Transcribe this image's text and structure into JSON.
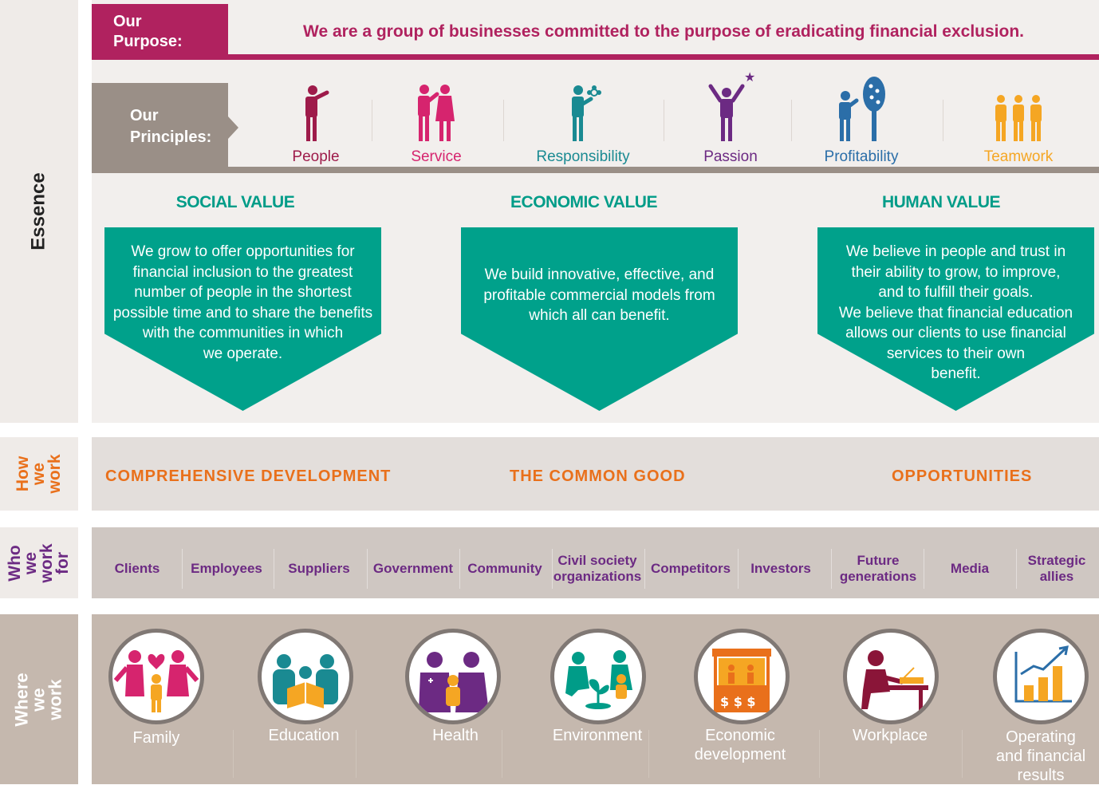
{
  "side_labels": {
    "essence": "Essence",
    "how": "How\nwe\nwork",
    "who": "Who\nwe\nwork\nfor",
    "where": "Where we\nwork"
  },
  "purpose": {
    "tag": "Our\nPurpose:",
    "text": "We are a group of businesses committed to the purpose of eradicating financial exclusion."
  },
  "principles": {
    "tag": "Our\nPrinciples:",
    "items": [
      {
        "label": "People",
        "color": "#9e1b4a",
        "icon": "person-pointing-icon"
      },
      {
        "label": "Service",
        "color": "#d6246e",
        "icon": "helping-people-icon"
      },
      {
        "label": "Responsibility",
        "color": "#1a8a92",
        "icon": "person-with-flower-icon"
      },
      {
        "label": "Passion",
        "color": "#6c2a83",
        "icon": "person-reaching-star-icon"
      },
      {
        "label": "Profitability",
        "color": "#2b6ea8",
        "icon": "person-with-tree-icon"
      },
      {
        "label": "Teamwork",
        "color": "#f5a623",
        "icon": "team-icon"
      }
    ]
  },
  "values": [
    {
      "title": "SOCIAL VALUE",
      "text": "We grow to offer opportunities for\nfinancial inclusion to the greatest\nnumber of people in the shortest\npossible time and to share the benefits\nwith the communities in which\nwe operate."
    },
    {
      "title": "ECONOMIC VALUE",
      "text": "We build innovative, effective, and\nprofitable commercial models from\nwhich all can benefit."
    },
    {
      "title": "HUMAN VALUE",
      "text": "We believe in people and trust in\ntheir ability to grow, to improve,\nand to fulfill their goals.\nWe believe that financial education\nallows our clients to use financial\nservices to their own\nbenefit."
    }
  ],
  "how_we_work": [
    "COMPREHENSIVE DEVELOPMENT",
    "THE COMMON GOOD",
    "OPPORTUNITIES"
  ],
  "who_we_work_for": [
    "Clients",
    "Employees",
    "Suppliers",
    "Government",
    "Community",
    "Civil society\norganizations",
    "Competitors",
    "Investors",
    "Future\ngenerations",
    "Media",
    "Strategic\nallies"
  ],
  "where_we_work": [
    {
      "label": "Family",
      "icon": "family-icon"
    },
    {
      "label": "Education",
      "icon": "education-icon"
    },
    {
      "label": "Health",
      "icon": "health-icon"
    },
    {
      "label": "Environment",
      "icon": "environment-icon"
    },
    {
      "label": "Economic\ndevelopment",
      "icon": "market-stall-icon"
    },
    {
      "label": "Workplace",
      "icon": "workplace-icon"
    },
    {
      "label": "Operating\nand financial\nresults",
      "icon": "growth-chart-icon"
    }
  ],
  "colors": {
    "purpose": "#b0225f",
    "principles_tag": "#9a8f87",
    "value_teal": "#00a18b",
    "how_orange": "#e9701b",
    "who_purple": "#6c2a83"
  }
}
